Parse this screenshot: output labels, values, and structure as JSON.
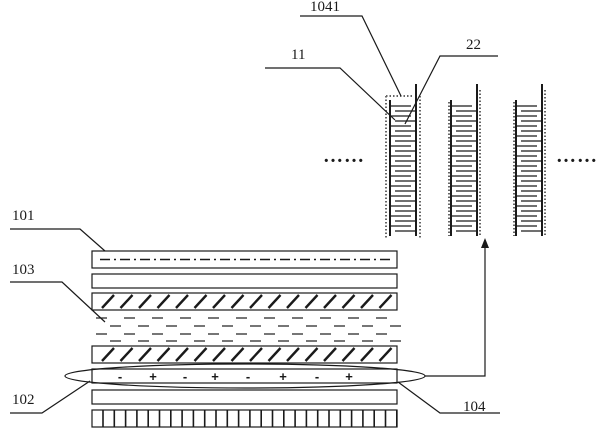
{
  "labels": {
    "l101": "101",
    "l103": "103",
    "l102": "102",
    "l104": "104",
    "l11": "11",
    "l1041": "1041",
    "l22": "22"
  },
  "ellipsis": {
    "left": "……",
    "right": "……"
  },
  "signs": [
    "-",
    "+",
    "-",
    "+",
    "-",
    "+",
    "-",
    "+"
  ],
  "colors": {
    "ink": "#1a1a1a",
    "dotted_edge": "#666666",
    "background": "#ffffff"
  }
}
